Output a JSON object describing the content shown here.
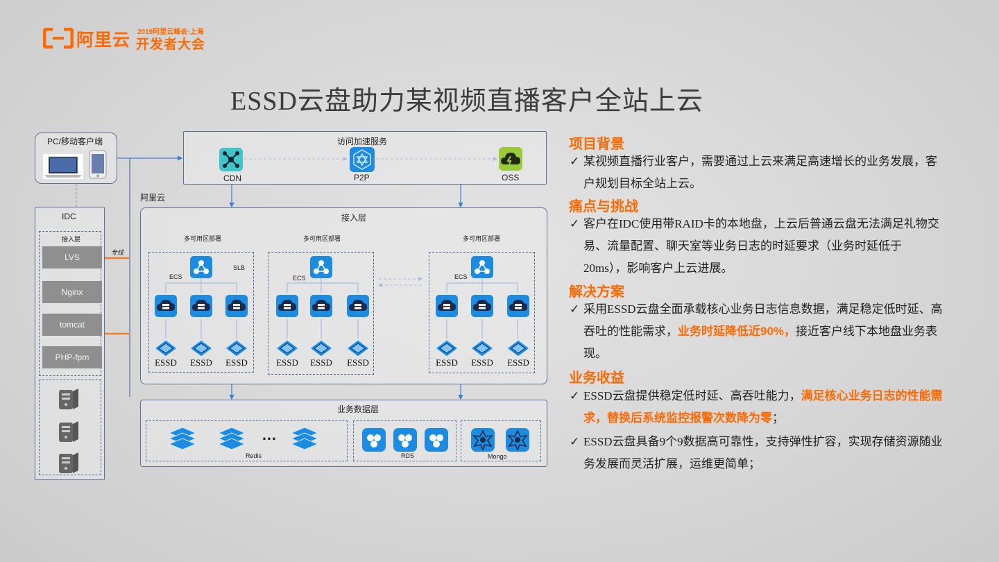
{
  "brand": {
    "logo_text": "阿里云",
    "event_sub": "2019阿里云峰会·上海",
    "event_main": "开发者大会",
    "accent": "#ff6a00"
  },
  "title": "ESSD云盘助力某视频直播客户全站上云",
  "diagram": {
    "client_box": "PC/移动客户端",
    "access_service": "访问加速服务",
    "cdn": "CDN",
    "p2p": "P2P",
    "oss": "OSS",
    "aliyun": "阿里云",
    "idc": "IDC",
    "idc_access": "接入层",
    "idc_services": [
      "LVS",
      "Nginx",
      "tomcat",
      "PHP-fpm"
    ],
    "line_label": "专线",
    "access_layer": "接入层",
    "az_label": "多可用区部署",
    "slb": "SLB",
    "ecs": "ECS",
    "essd": "ESSD",
    "data_layer": "业务数据层",
    "redis": "Redis",
    "rds": "RDS",
    "mongo": "Mongo",
    "ellipsis": "…"
  },
  "sections": {
    "background": {
      "heading": "项目背景",
      "items": [
        {
          "text": "某视频直播行业客户，需要通过上云来满足高速增长的业务发展，客户规划目标全站上云。"
        }
      ]
    },
    "pain": {
      "heading": "痛点与挑战",
      "items": [
        {
          "text": "客户在IDC使用带RAID卡的本地盘，上云后普通云盘无法满足礼物交易、流量配置、聊天室等业务日志的时延要求（业务时延低于20ms），影响客户上云进展。"
        }
      ]
    },
    "solution": {
      "heading": "解决方案",
      "items": [
        {
          "pre": "采用ESSD云盘全面承载核心业务日志信息数据，满足稳定低时延、高吞吐的性能需求，",
          "hl": "业务时延降低近90%，",
          "post": "接近客户线下本地盘业务表现。"
        }
      ]
    },
    "benefit": {
      "heading": "业务收益",
      "items": [
        {
          "pre": "ESSD云盘提供稳定低时延、高吞吐能力，",
          "hl": "满足核心业务日志的性能需求，替换后系统监控报警次数降为零",
          "post": "；"
        },
        {
          "text": "ESSD云盘具备9个9数据高可靠性，支持弹性扩容，实现存储资源随业务发展而灵活扩展，运维更简单；"
        }
      ]
    }
  }
}
